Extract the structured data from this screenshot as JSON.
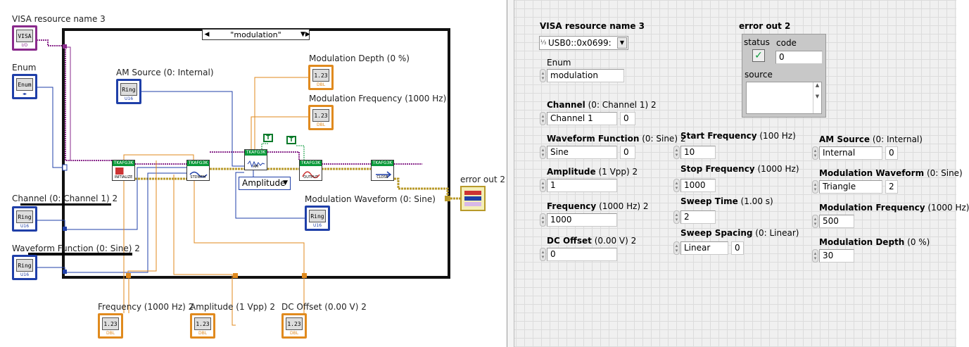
{
  "block_diagram": {
    "visa_label": "VISA resource name 3",
    "visa_term": "VISA",
    "visa_foot": "I/O",
    "enum_label": "Enum",
    "enum_term": "Enum",
    "channel_label": "Channel (0: Channel 1) 2",
    "waveform_label": "Waveform Function (0: Sine) 2",
    "am_source_label": "AM Source (0: Internal)",
    "mod_depth_label": "Modulation Depth (0 %)",
    "mod_freq_label": "Modulation Frequency (1000 Hz)",
    "mod_waveform_label": "Modulation Waveform (0: Sine)",
    "error_out_label": "error out 2",
    "frequency_label": "Frequency (1000 Hz) 2",
    "amplitude_label": "Amplitude (1 Vpp) 2",
    "dc_offset_label": "DC Offset (0.00 V) 2",
    "case_selector": "\"modulation\"",
    "amplitude_ring": "Amplitude",
    "ring_term": "Ring",
    "num_term": "1.23",
    "foot_u16": "U16",
    "foot_dbl": "DBL",
    "true_const": "T",
    "subvis": [
      {
        "head": "TKAFG3K",
        "foot": "INITIALIZE"
      },
      {
        "head": "TKAFG3K",
        "foot": "STDWFM"
      },
      {
        "head": "TKAFG3K",
        "foot": "AM"
      },
      {
        "head": "TKAFG3K",
        "foot": "OUTPUT"
      },
      {
        "head": "TKAFG3K",
        "foot": "CLOSE"
      }
    ],
    "colors": {
      "u16_wire": "#1f3fa8",
      "dbl_wire": "#e08a1e",
      "visa_wire": "#8a2a8c",
      "error_wire": "#b89a2a",
      "bool_wire": "#0a9a3a"
    }
  },
  "front_panel": {
    "visa": {
      "label": "VISA resource name 3",
      "value": "USB0::0x0699:"
    },
    "error_out": {
      "label": "error out 2",
      "status_label": "status",
      "code_label": "code",
      "code_value": "0",
      "source_label": "source",
      "status_ok": true
    },
    "enum": {
      "label": "Enum",
      "value": "modulation"
    },
    "channel": {
      "label_bold": "Channel",
      "label_rest": "(0: Channel 1) 2",
      "value": "Channel 1",
      "num": "0"
    },
    "waveform": {
      "label_bold": "Waveform Function",
      "label_rest": "(0: Sine) 2",
      "value": "Sine",
      "num": "0"
    },
    "amplitude": {
      "label_bold": "Amplitude",
      "label_rest": "(1 Vpp) 2",
      "value": "1"
    },
    "frequency": {
      "label_bold": "Frequency",
      "label_rest": "(1000 Hz) 2",
      "value": "1000"
    },
    "dc_offset": {
      "label_bold": "DC Offset",
      "label_rest": "(0.00 V) 2",
      "value": "0"
    },
    "start_freq": {
      "label_bold": "Start Frequency",
      "label_rest": "(100 Hz)",
      "value": "10"
    },
    "stop_freq": {
      "label_bold": "Stop  Frequency",
      "label_rest": "(1000 Hz)",
      "value": "1000"
    },
    "sweep_time": {
      "label_bold": "Sweep Time",
      "label_rest": "(1.00 s)",
      "value": "2"
    },
    "sweep_spacing": {
      "label_bold": "Sweep Spacing",
      "label_rest": "(0: Linear)",
      "value": "Linear",
      "num": "0"
    },
    "am_source": {
      "label_bold": "AM Source",
      "label_rest": "(0: Internal)",
      "value": "Internal",
      "num": "0"
    },
    "mod_waveform": {
      "label_bold": "Modulation Waveform",
      "label_rest": "(0: Sine)",
      "value": "Triangle",
      "num": "2"
    },
    "mod_frequency": {
      "label_bold": "Modulation Frequency",
      "label_rest": "(1000 Hz)",
      "value": "500"
    },
    "mod_depth": {
      "label_bold": "Modulation Depth",
      "label_rest": "(0 %)",
      "value": "30"
    }
  }
}
